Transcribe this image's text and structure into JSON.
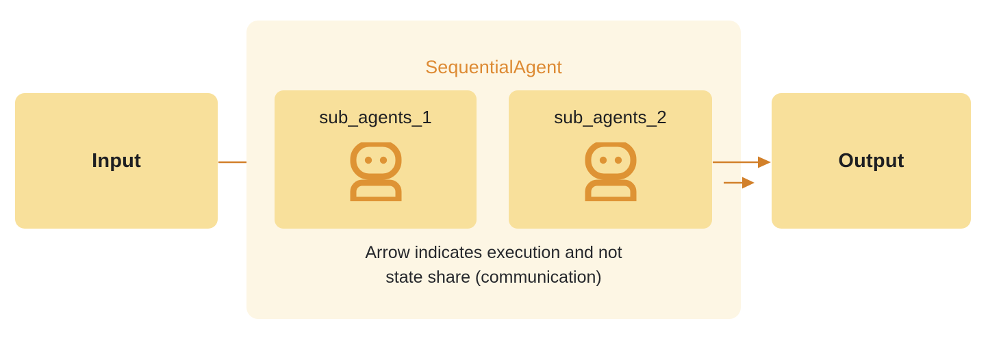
{
  "diagram": {
    "title": "SequentialAgent",
    "input": {
      "label": "Input"
    },
    "output": {
      "label": "Output"
    },
    "agents": [
      {
        "label": "sub_agents_1",
        "icon": "robot-icon"
      },
      {
        "label": "sub_agents_2",
        "icon": "robot-icon"
      }
    ],
    "caption": {
      "line1": "Arrow indicates execution and not",
      "line2": "state share (communication)"
    },
    "arrows": [
      {
        "name": "arrow-input-to-agent1",
        "icon": "arrow-right-icon"
      },
      {
        "name": "arrow-agent1-to-agent2",
        "icon": "arrow-right-icon"
      },
      {
        "name": "arrow-agent2-to-output",
        "icon": "arrow-right-icon"
      }
    ],
    "colors": {
      "box_fill": "#F8E09B",
      "container_fill": "#FDF6E4",
      "accent_orange": "#DD8A33",
      "arrow_orange": "#D2802A",
      "icon_orange": "#DE9334",
      "text_dark": "#1e1f22",
      "background": "#ffffff"
    }
  }
}
